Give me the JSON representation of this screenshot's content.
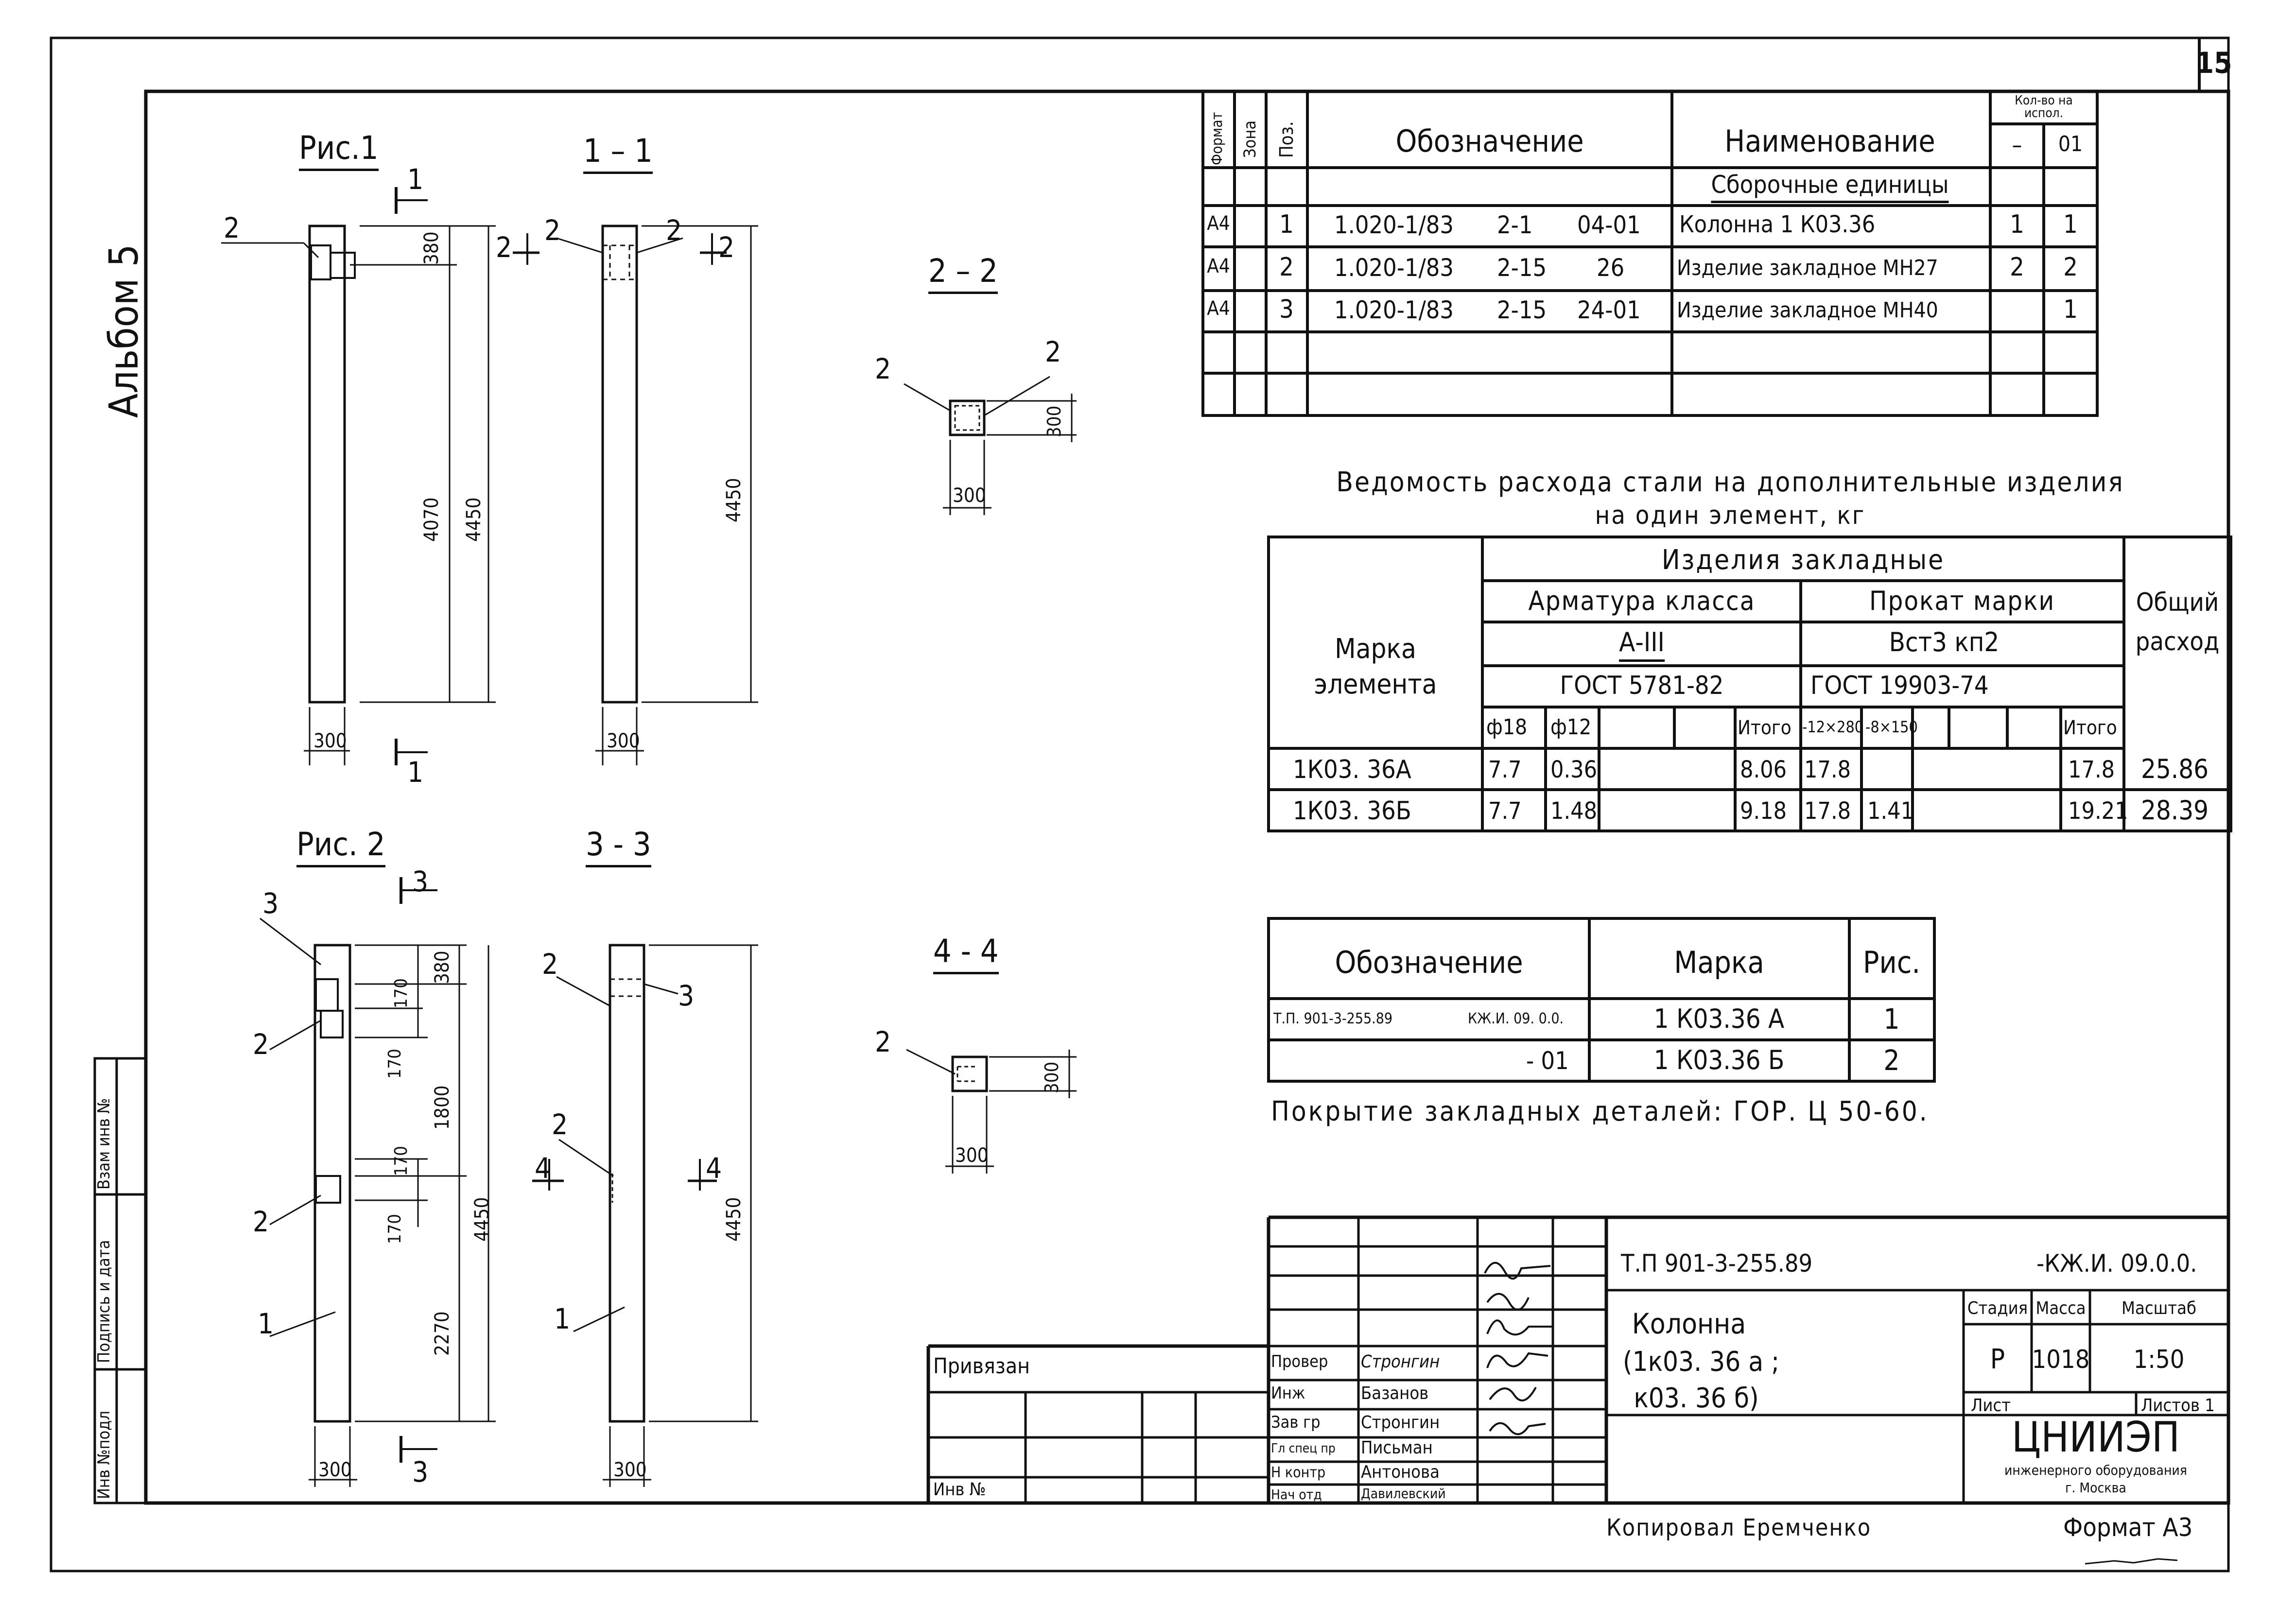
{
  "sheet": {
    "sheet_number": "15",
    "album": "Альбом 5",
    "format": "Формат А3",
    "copied_by": "Копировал Еремченко"
  },
  "figures": {
    "fig1_title": "Рис.1",
    "fig2_title": "Рис. 2",
    "sec_1_1": "1 – 1",
    "sec_2_2": "2 – 2",
    "sec_3_3": "3 - 3",
    "sec_4_4": "4 - 4",
    "cut_1": "1",
    "cut_2": "2",
    "cut_3": "3",
    "cut_4": "4",
    "label_1": "1",
    "label_2": "2",
    "label_3": "3",
    "dims": {
      "d300": "300",
      "d380": "380",
      "d4070": "4070",
      "d4450": "4450",
      "d170": "170",
      "d1800": "1800",
      "d2270": "2270"
    }
  },
  "spec_table": {
    "headers": {
      "format": "Формат",
      "zone": "Зона",
      "pos": "Поз.",
      "designation": "Обозначение",
      "name": "Наименование",
      "qty": "Кол-во на испол.",
      "qty_dash": "–",
      "qty_01": "01"
    },
    "section_title": "Сборочные единицы",
    "rows": [
      {
        "format": "А4",
        "pos": "1",
        "doc": "1.020-1/83",
        "sheet": "2-1",
        "code": "04-01",
        "name": "Колонна   1 К03.36",
        "q1": "1",
        "q2": "1"
      },
      {
        "format": "А4",
        "pos": "2",
        "doc": "1.020-1/83",
        "sheet": "2-15",
        "code": "26",
        "name": "Изделие закладное МН27",
        "q1": "2",
        "q2": "2"
      },
      {
        "format": "А4",
        "pos": "3",
        "doc": "1.020-1/83",
        "sheet": "2-15",
        "code": "24-01",
        "name": "Изделие закладное МН40",
        "q1": "",
        "q2": "1"
      }
    ]
  },
  "steel_table": {
    "title_line1": "Ведомость расхода стали на дополнительные изделия",
    "title_line2": "на один элемент, кг",
    "mark_header": "Марка элемента",
    "embedded": "Изделия закладные",
    "rebar_class": "Арматура класса",
    "rebar_grade": "А-III",
    "rebar_gost": "ГОСТ 5781-82",
    "rolled_grade": "Прокат марки",
    "rolled_steel": "Вст3 кп2",
    "rolled_gost": "ГОСТ 19903-74",
    "total_header": "Общий расход",
    "sub": {
      "f18": "ф18",
      "f12": "ф12",
      "total1": "Итого",
      "p12": "-12×280",
      "p8": "-8×150",
      "total2": "Итого"
    },
    "rows": [
      {
        "mark": "1К03. 36А",
        "f18": "7.7",
        "f12": "0.36",
        "t1": "8.06",
        "p12": "17.8",
        "p8": "",
        "t2": "17.8",
        "total": "25.86"
      },
      {
        "mark": "1К03. 36Б",
        "f18": "7.7",
        "f12": "1.48",
        "t1": "9.18",
        "p12": "17.8",
        "p8": "1.41",
        "t2": "19.21",
        "total": "28.39"
      }
    ]
  },
  "marks_table": {
    "headers": {
      "designation": "Обозначение",
      "mark": "Марка",
      "fig": "Рис."
    },
    "rows": [
      {
        "des_a": "Т.П. 901-3-255.89",
        "des_b": "КЖ.И. 09. 0.0.",
        "mark": "1 К03.36 А",
        "fig": "1"
      },
      {
        "des_a": "",
        "des_b": "- 01",
        "mark": "1 К03.36 Б",
        "fig": "2"
      }
    ]
  },
  "coating_note": "Покрытие закладных деталей: ГОР. Ц 50-60.",
  "title_block": {
    "bound": "Привязан",
    "inv": "Инв №",
    "roles": [
      {
        "role": "Провер",
        "name": "Стронгин"
      },
      {
        "role": "Инж",
        "name": "Базанов"
      },
      {
        "role": "Зав гр",
        "name": "Стронгин"
      },
      {
        "role": "Гл спец пр",
        "name": "Письман"
      },
      {
        "role": "Н контр",
        "name": "Антонова"
      },
      {
        "role": "Нач отд",
        "name": "Давилевский"
      }
    ],
    "project": "Т.П  901-3-255.89",
    "doc_code": "-КЖ.И. 09.0.0.",
    "obj_name_1": "Колонна",
    "obj_name_2": "(1к03. 36 а ;",
    "obj_name_3": "к03. 36 б)",
    "stage_h": "Стадия",
    "mass_h": "Масса",
    "scale_h": "Масштаб",
    "stage": "Р",
    "mass": "1018",
    "scale": "1:50",
    "sheet_h": "Лист",
    "sheets_h": "Листов 1",
    "org": "ЦНИИЭП",
    "org_sub1": "инженерного оборудования",
    "org_sub2": "г. Москва"
  },
  "side_stamp": {
    "inv_orig": "Инв №подл",
    "sign_date": "Подпись и дата",
    "inv_repl": "Взам инв №"
  }
}
